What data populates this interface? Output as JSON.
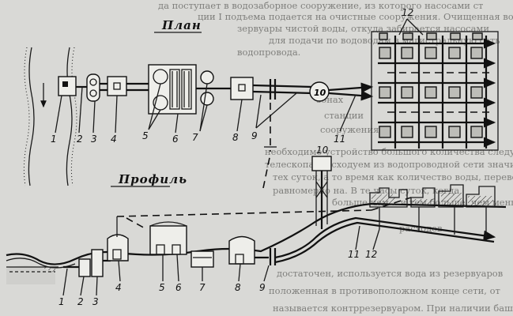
{
  "plan_title": "План",
  "profile_title": "Профиль",
  "plan_labels": [
    "1",
    "2",
    "3",
    "4",
    "5",
    "6",
    "7",
    "8",
    "9",
    "10",
    "11",
    "12"
  ],
  "profile_labels": [
    "1",
    "2",
    "3",
    "4",
    "5",
    "6",
    "7",
    "8",
    "9",
    "10",
    "11",
    "12"
  ],
  "background_text": [
    "да поступает в водозаборное сооружение, из которого насосами ст",
    "ции I подъема подается на очистные сооружения. Очищенная вода",
    "зервуары чистой воды, откуда забирается насосами",
    "для подачи по водоводам в магистральную сеть",
    "водопровода.",
    "зонах",
    "станции",
    "сооружения",
    "необходимо устройство большого количества следующих сооружений",
    "телескопа. Расходуем из водопроводной сети значительно",
    "тех суток, а то время как количество воды, перевозимой станцией",
    "равномерно на. В те часы суток, когда",
    "больше чем... и тем больше, чем меньше",
    "расходов",
    "достаточен, используется вода из резервуаров",
    "положенная в противоположном конце сети, от",
    "называется контррезервуаром. При наличии башни, расположенной"
  ]
}
